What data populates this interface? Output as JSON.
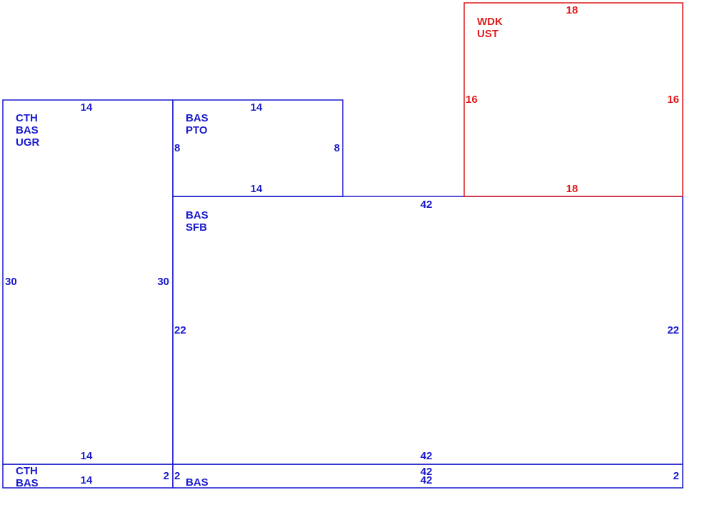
{
  "colors": {
    "main": "#1a1acc",
    "secondary": "#e01b1b",
    "background": "#ffffff"
  },
  "areas": [
    {
      "id": "cth-bas-ugr",
      "labels": [
        "CTH",
        "BAS",
        "UGR"
      ],
      "color": "main",
      "dimensions": {
        "top": "14",
        "bottom": "14",
        "left": "30",
        "right": "30"
      }
    },
    {
      "id": "bas-pto",
      "labels": [
        "BAS",
        "PTO"
      ],
      "color": "main",
      "dimensions": {
        "top": "14",
        "bottom": "14",
        "left": "8",
        "right": "8"
      }
    },
    {
      "id": "wdk-ust",
      "labels": [
        "WDK",
        "UST"
      ],
      "color": "secondary",
      "dimensions": {
        "top": "18",
        "bottom": "18",
        "left": "16",
        "right": "16"
      }
    },
    {
      "id": "bas-sfb",
      "labels": [
        "BAS",
        "SFB"
      ],
      "color": "main",
      "dimensions": {
        "top": "42",
        "bottom": "42",
        "left": "22",
        "right": "22"
      }
    },
    {
      "id": "cth-bas",
      "labels": [
        "CTH",
        "BAS"
      ],
      "color": "main",
      "dimensions": {
        "top": "",
        "bottom": "14",
        "left": "",
        "right": "2"
      }
    },
    {
      "id": "bas",
      "labels": [
        "BAS"
      ],
      "color": "main",
      "dimensions": {
        "top": "42",
        "bottom": "42",
        "left": "2",
        "right": "2"
      }
    }
  ]
}
